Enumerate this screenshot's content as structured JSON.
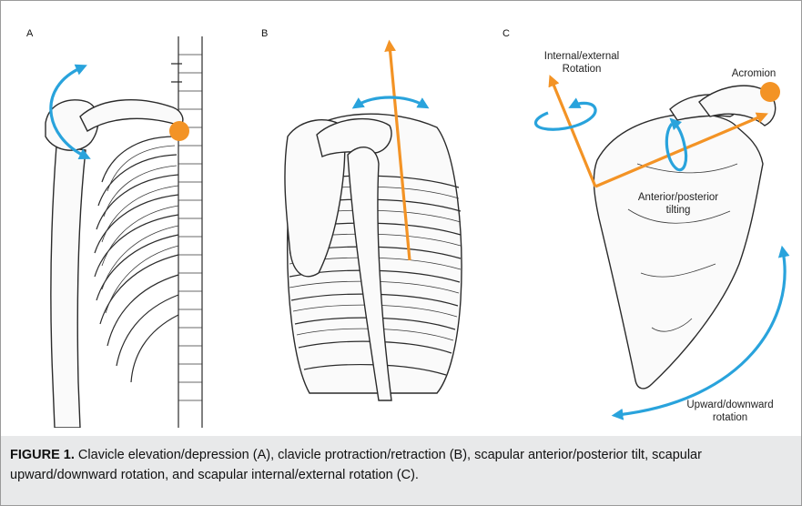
{
  "panels": {
    "a": {
      "letter": "A"
    },
    "b": {
      "letter": "B"
    },
    "c": {
      "letter": "C",
      "labels": {
        "internal_external": [
          "Internal/external",
          "Rotation"
        ],
        "acromion": "Acromion",
        "anterior_posterior": [
          "Anterior/posterior",
          "tilting"
        ],
        "upward_downward": [
          "Upward/downward",
          "rotation"
        ]
      }
    }
  },
  "caption": {
    "label": "FIGURE 1.",
    "text": " Clavicle elevation/depression (A), clavicle protraction/retraction (B), scapular anterior/posterior tilt, scapular upward/downward rotation, and scapular internal/external rotation (C)."
  },
  "colors": {
    "orange_axis": "#f39325",
    "blue_motion": "#29a3dc",
    "caption_background": "#e8e9ea",
    "frame_border": "#9a9a9a"
  }
}
